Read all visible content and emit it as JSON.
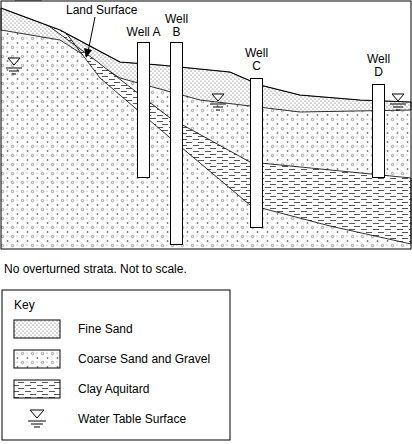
{
  "diagram": {
    "nodes": [
      {
        "text": [
          "Well A"
        ]
      },
      {
        "text": [
          "Well B"
        ]
      },
      {
        "text": [
          "Well C"
        ]
      },
      {
        "text": [
          "Well D"
        ]
      }
    ],
    "labels": [
      "Land Surface",
      "No overturned strata. Not to scale.",
      "Key"
    ],
    "legend": [
      {
        "text": "Fine Sand"
      },
      {
        "text": "Coarse Sand and Gravel"
      },
      {
        "text": "Clay Aquitard"
      },
      {
        "text": "Water Table Surface"
      }
    ]
  }
}
